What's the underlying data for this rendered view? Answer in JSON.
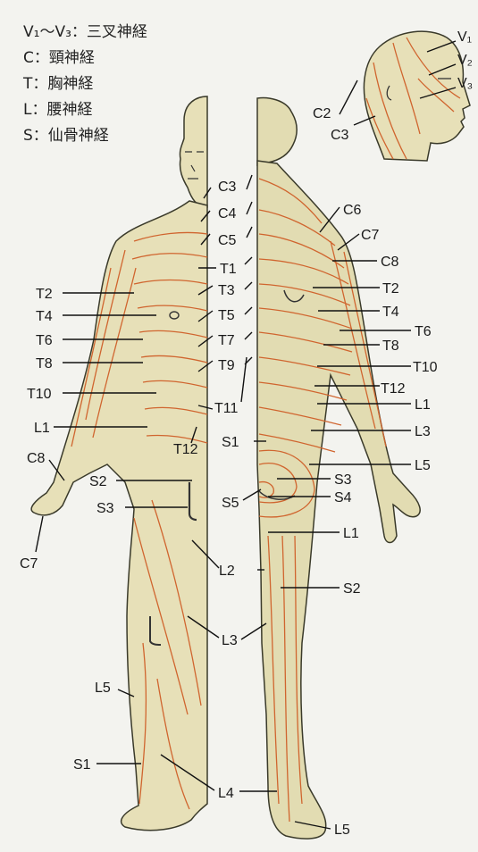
{
  "legend": {
    "v": {
      "key": "V₁〜V₃",
      "desc": "三叉神経"
    },
    "c": {
      "key": "C",
      "desc": "頸神経"
    },
    "t": {
      "key": "T",
      "desc": "胸神経"
    },
    "l": {
      "key": "L",
      "desc": "腰神経"
    },
    "s": {
      "key": "S",
      "desc": "仙骨神経"
    }
  },
  "head_labels": {
    "v1": "V₁",
    "v2": "V₂",
    "v3": "V₃",
    "c2": "C2",
    "c3": "C3"
  },
  "front_labels": {
    "t2": "T2",
    "t4": "T4",
    "t6": "T6",
    "t8": "T8",
    "t10": "T10",
    "l1": "L1",
    "c8": "C8",
    "c7": "C7",
    "s2": "S2",
    "s3": "S3",
    "l2": "L2",
    "l3": "L3",
    "l5": "L5",
    "s1": "S1",
    "l4": "L4",
    "t12": "T12"
  },
  "midline_labels": {
    "c3": "C3",
    "c4": "C4",
    "c5": "C5",
    "t1": "T1",
    "t3": "T3",
    "t5": "T5",
    "t7": "T7",
    "t9": "T9",
    "t11": "T11"
  },
  "back_labels": {
    "c2": "C2",
    "c3": "C3",
    "c6": "C6",
    "c7": "C7",
    "c8": "C8",
    "t2": "T2",
    "t4": "T4",
    "t6": "T6",
    "t8": "T8",
    "t10": "T10",
    "t12": "T12",
    "l1": "L1",
    "l3": "L3",
    "s1": "S1",
    "l5": "L5",
    "s3": "S3",
    "s4": "S4",
    "s5": "S5",
    "l1b": "L1",
    "s2": "S2",
    "l5b": "L5"
  },
  "colors": {
    "skin": "#e7e0b8",
    "dermatome_line": "#d0652f",
    "background": "#f3f3ef"
  }
}
